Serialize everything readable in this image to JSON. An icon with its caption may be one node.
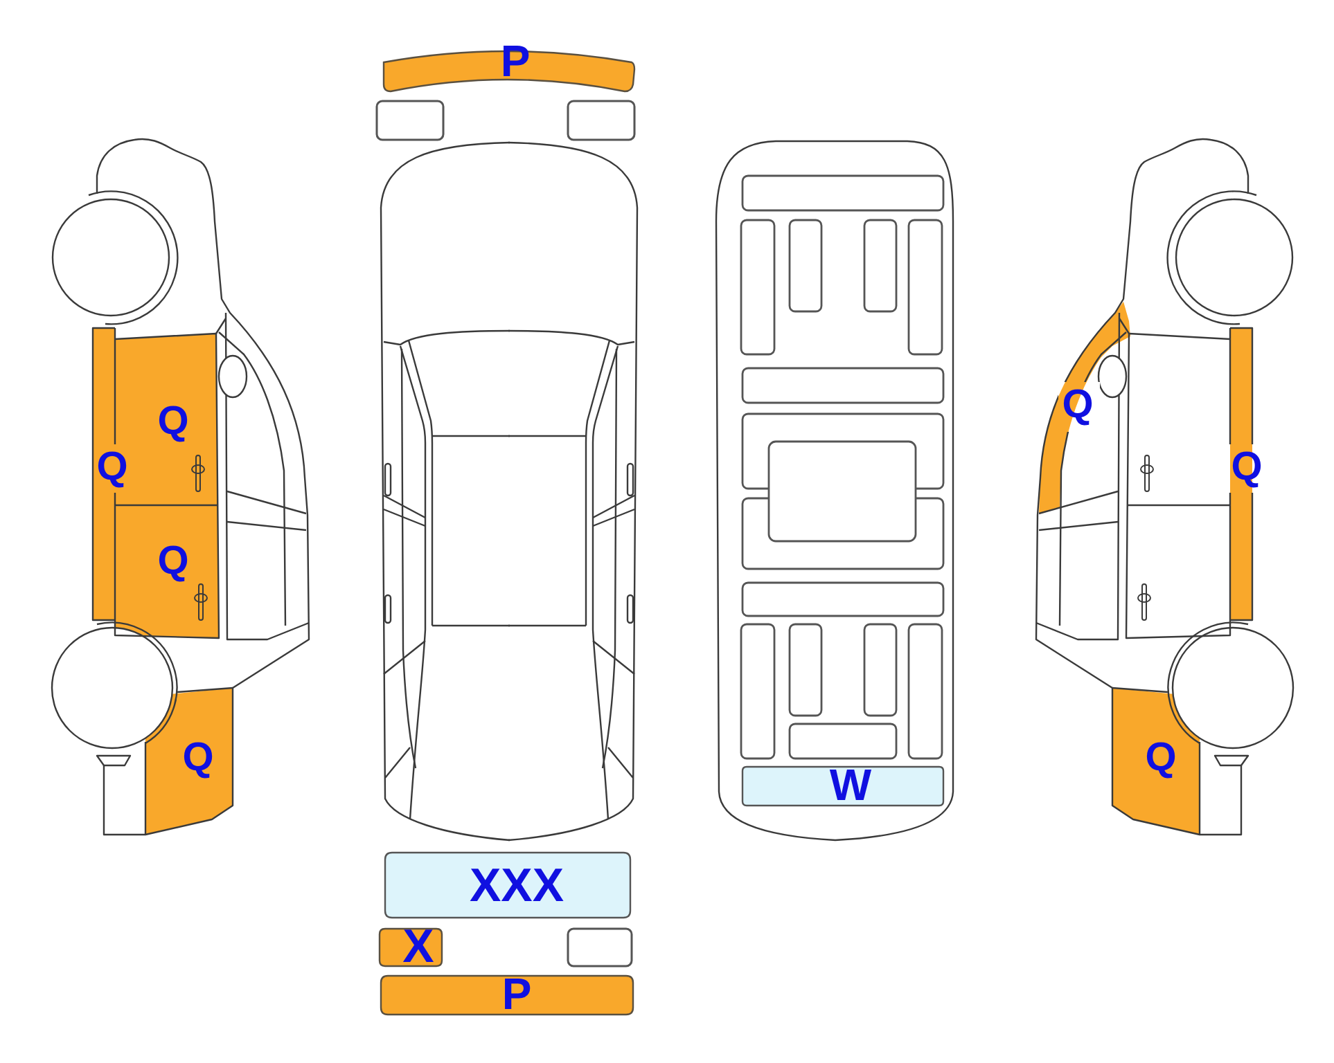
{
  "diagram": {
    "nodes": [
      {
        "text": [
          "P"
        ]
      },
      {
        "text": [
          "Q"
        ]
      },
      {
        "text": [
          "Q"
        ]
      },
      {
        "text": [
          "Q"
        ]
      },
      {
        "text": [
          "Q"
        ]
      },
      {
        "text": [
          "W"
        ]
      },
      {
        "text": [
          "Q"
        ]
      },
      {
        "text": [
          "Q"
        ]
      },
      {
        "text": [
          "Q"
        ]
      },
      {
        "text": [
          "XXX"
        ]
      },
      {
        "text": [
          "X"
        ]
      },
      {
        "text": [
          "P"
        ]
      }
    ]
  }
}
